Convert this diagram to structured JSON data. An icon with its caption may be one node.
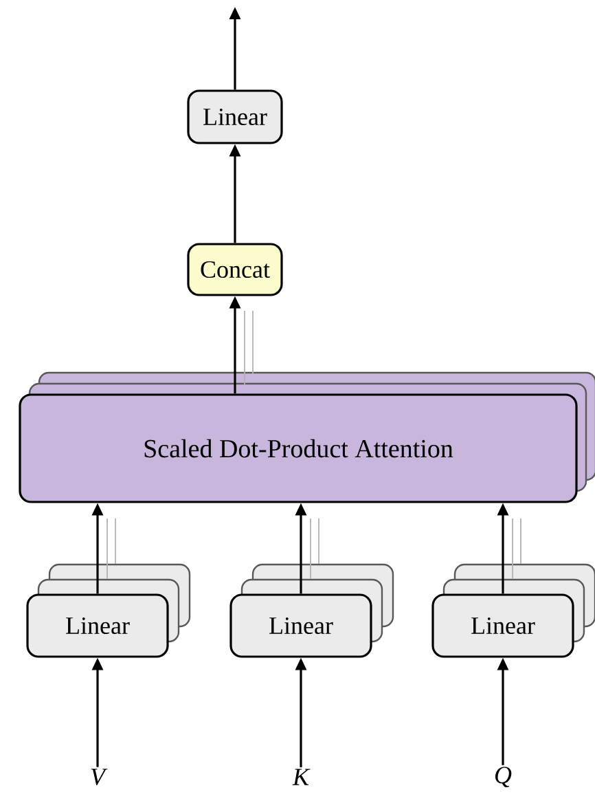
{
  "diagram": {
    "nodes": [
      {
        "text": [
          "Linear"
        ]
      },
      {
        "text": [
          "Concat"
        ]
      },
      {
        "text": [
          "Scaled Dot-Product Attention"
        ]
      },
      {
        "text": [
          "Linear"
        ]
      },
      {
        "text": [
          "Linear"
        ]
      },
      {
        "text": [
          "Linear"
        ]
      },
      {
        "text": [
          "V"
        ]
      },
      {
        "text": [
          "K"
        ]
      },
      {
        "text": [
          "Q"
        ]
      }
    ],
    "edges": [
      {
        "from": 0,
        "to": null,
        "arrow": "to"
      },
      {
        "from": 1,
        "to": 0,
        "arrow": "to"
      },
      {
        "from": 2,
        "to": 1,
        "arrow": "to"
      },
      {
        "from": 3,
        "to": 2,
        "arrow": "to"
      },
      {
        "from": 4,
        "to": 2,
        "arrow": "to"
      },
      {
        "from": 5,
        "to": 2,
        "arrow": "to"
      },
      {
        "from": 6,
        "to": 3,
        "arrow": "to"
      },
      {
        "from": 7,
        "to": 4,
        "arrow": "to"
      },
      {
        "from": 8,
        "to": 5,
        "arrow": "to"
      }
    ]
  }
}
